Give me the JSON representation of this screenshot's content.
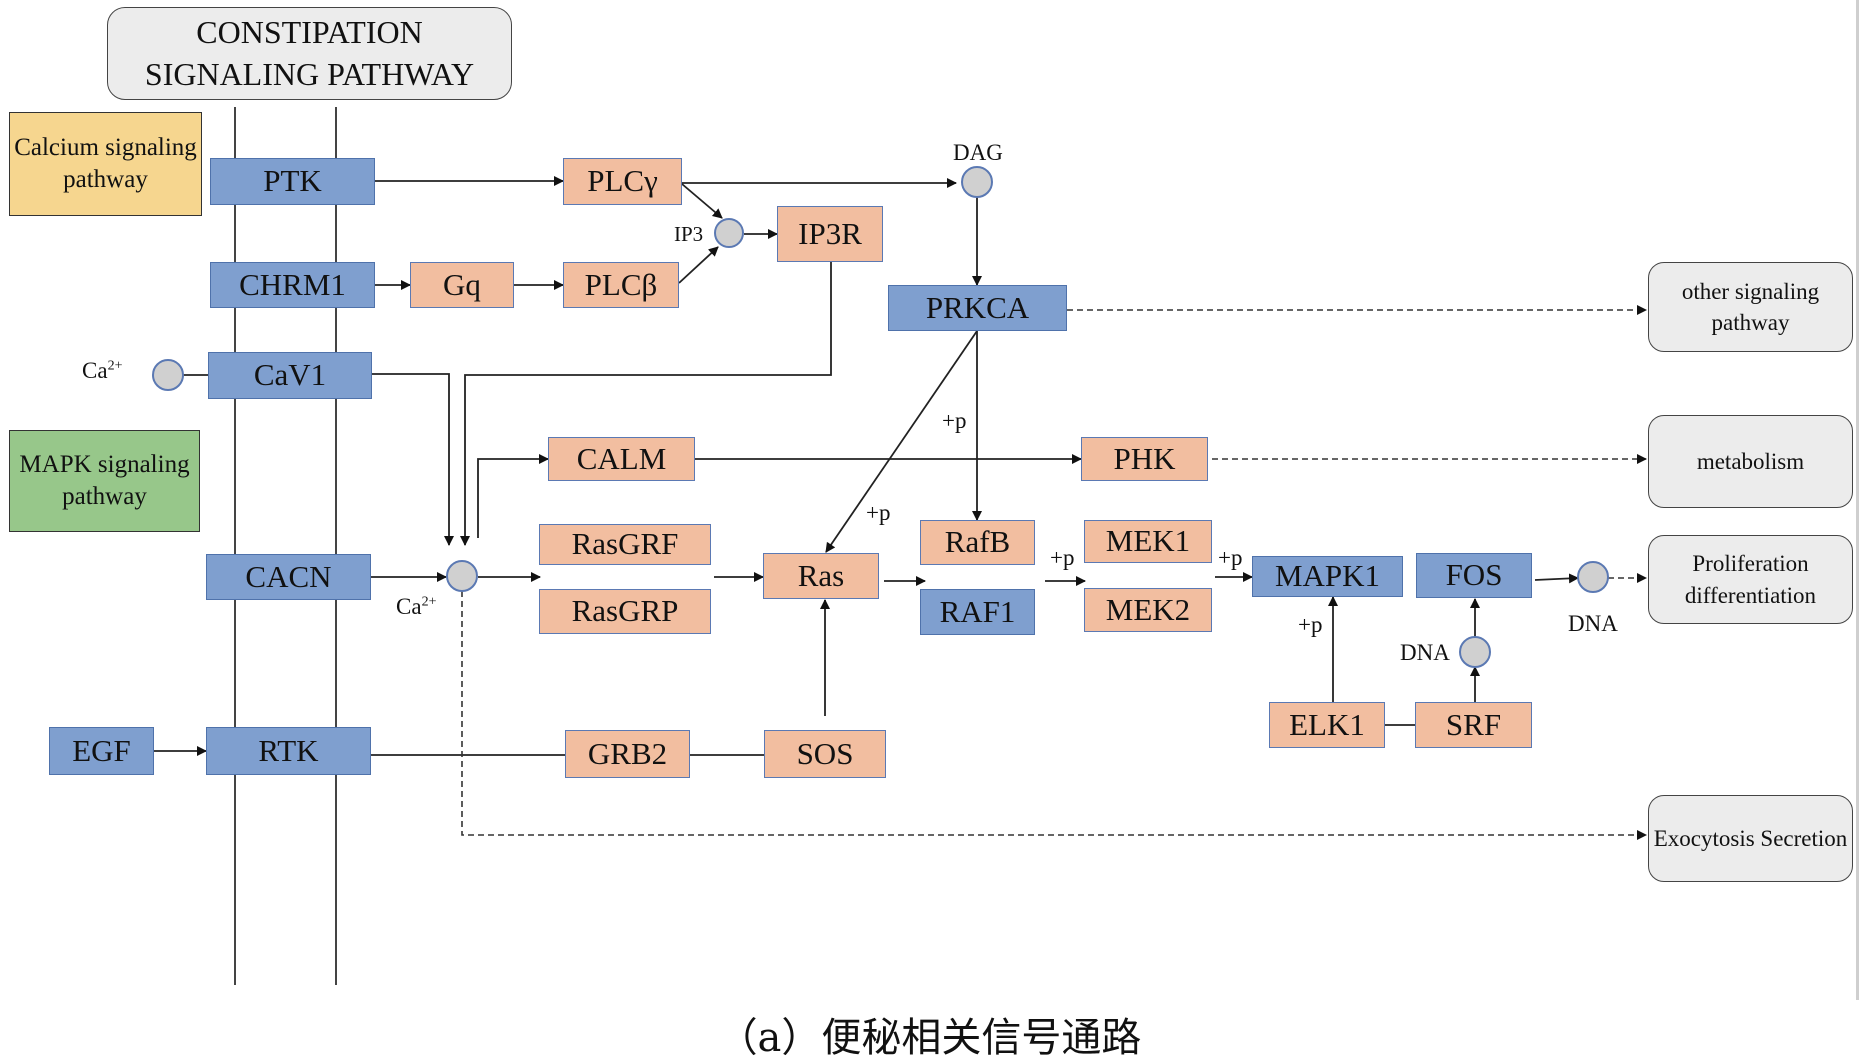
{
  "title": "CONSTIPATION SIGNALING PATHWAY",
  "caption": "（a）便秘相关信号通路",
  "pathway_labels": {
    "calcium": "Calcium signaling pathway",
    "mapk": "MAPK signaling pathway"
  },
  "colors": {
    "blue_gene": "#7f9fcf",
    "salmon_gene": "#f2bea0",
    "calcium_pathway": "#f6d68f",
    "mapk_pathway": "#97c78a",
    "outcome_box": "#ececec",
    "small_molecule": "#d0d0d0"
  },
  "nodes": {
    "PTK": "PTK",
    "CHRM1": "CHRM1",
    "CaV1": "CaV1",
    "CACN": "CACN",
    "EGF": "EGF",
    "RTK": "RTK",
    "Gq": "Gq",
    "PLCg": "PLCγ",
    "PLCb": "PLCβ",
    "IP3R": "IP3R",
    "PRKCA": "PRKCA",
    "CALM": "CALM",
    "PHK": "PHK",
    "RasGRF": "RasGRF",
    "RasGRP": "RasGRP",
    "Ras": "Ras",
    "RafB": "RafB",
    "RAF1": "RAF1",
    "MEK1": "MEK1",
    "MEK2": "MEK2",
    "MAPK1": "MAPK1",
    "FOS": "FOS",
    "ELK1": "ELK1",
    "SRF": "SRF",
    "GRB2": "GRB2",
    "SOS": "SOS"
  },
  "molecules": {
    "DAG": "DAG",
    "IP3": "IP3",
    "Ca_ext": "Ca",
    "Ca_int": "Ca",
    "Ca_sup": "2+",
    "DNA_mid": "DNA",
    "DNA_right": "DNA"
  },
  "edge_labels": {
    "phos": "+p"
  },
  "outcomes": {
    "other": "other signaling pathway",
    "metabolism": "metabolism",
    "proliferation": "Proliferation differentiation",
    "exocytosis": "Exocytosis Secretion"
  }
}
